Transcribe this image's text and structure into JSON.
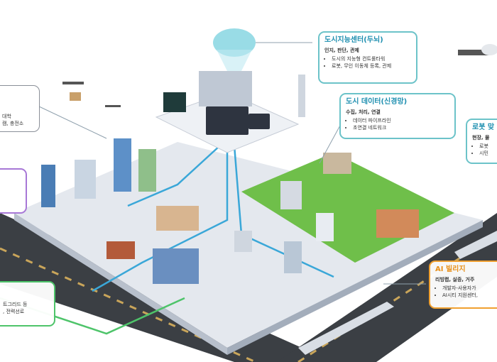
{
  "callouts": {
    "brain": {
      "title": "도시지능센터(두뇌)",
      "subtitle": "인지, 판단, 관제",
      "bullets": [
        "도시의 지능형 컨트롤타워",
        "로봇, 무인 이동체 등록, 관제"
      ]
    },
    "data": {
      "title": "도시 데이터(신경망)",
      "subtitle": "수집, 처리, 연결",
      "bullets": [
        "데이터 파이프라인",
        "초연결 네트워크"
      ]
    },
    "robot": {
      "title": "로봇 맞",
      "subtitle": "현장, 물",
      "bullets": [
        "로봇",
        "시민"
      ]
    },
    "village": {
      "title": "AI 빌리지",
      "subtitle": "리빙랩, 실증, 거주",
      "bullets": [
        "개발자-사용자가",
        "AI시티 지원센터,"
      ]
    },
    "left_top": {
      "lines": [
        "대학",
        "캠, 충전소"
      ]
    },
    "left_mid": {
      "lines": []
    },
    "left_bottom": {
      "lines": [
        "트그리드 등",
        ", 전력선로"
      ]
    }
  },
  "colors": {
    "teal": "#6cc3c9",
    "orange": "#f0a030",
    "purple": "#a777d6",
    "green": "#4ec46a",
    "road": "#3b3f44",
    "lawn": "#6fbf4a"
  }
}
